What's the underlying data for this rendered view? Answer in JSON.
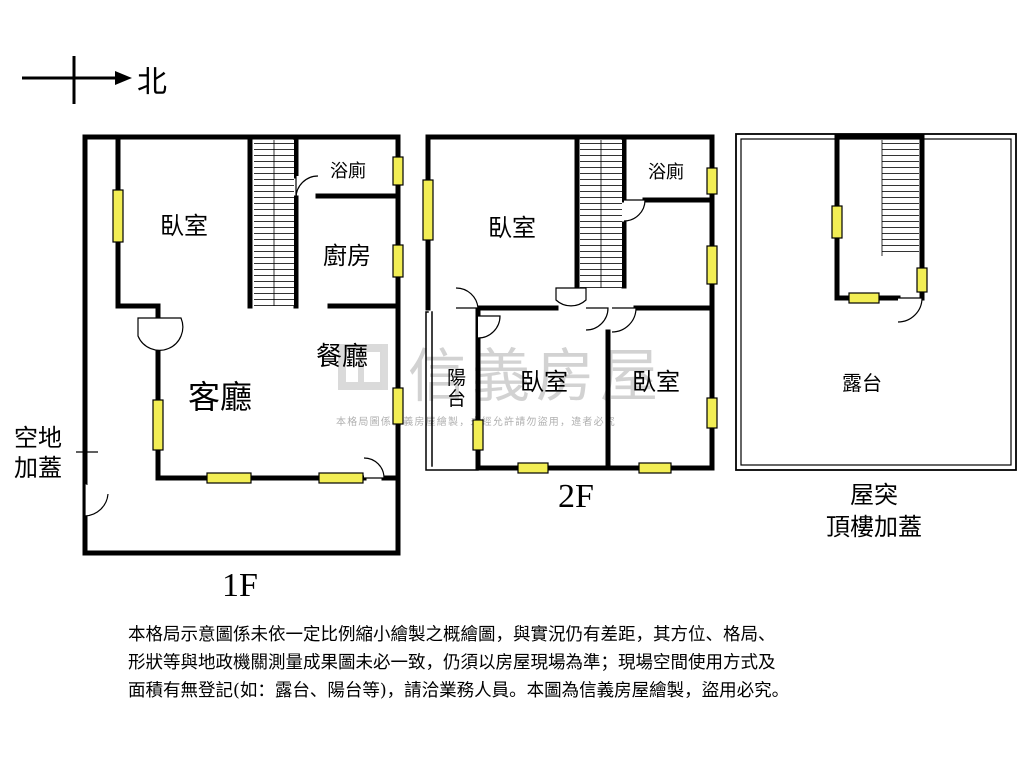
{
  "compass": {
    "label": "北"
  },
  "watermark": {
    "brand": "信義房屋",
    "notice": "本格局圖係信義房屋繪製，未經允許請勿盜用，違者必究"
  },
  "outside": {
    "label_line1": "空地",
    "label_line2": "加蓋"
  },
  "floor1": {
    "label": "1F",
    "rooms": {
      "bedroom": "臥室",
      "bathroom": "浴廁",
      "kitchen": "廚房",
      "dining": "餐廳",
      "living": "客廳"
    }
  },
  "floor2": {
    "label": "2F",
    "rooms": {
      "bedroom_main": "臥室",
      "bathroom": "浴廁",
      "balcony_line1": "陽",
      "balcony_line2": "台",
      "bedroom_mid": "臥室",
      "bedroom_right": "臥室"
    }
  },
  "roof": {
    "label_line1": "屋突",
    "label_line2": "頂樓加蓋",
    "rooms": {
      "terrace": "露台"
    }
  },
  "disclaimer": {
    "line1": "本格局示意圖係未依一定比例縮小繪製之概繪圖，與實況仍有差距，其方位、格局、",
    "line2": "形狀等與地政機關測量成果圖未必一致，仍須以房屋現場為準；現場空間使用方式及",
    "line3": "面積有無登記(如：露台、陽台等)，請洽業務人員。本圖為信義房屋繪製，盜用必究。"
  },
  "colors": {
    "wall": "#000000",
    "window": "#f2ee55",
    "watermark": "#c8c8c8"
  }
}
